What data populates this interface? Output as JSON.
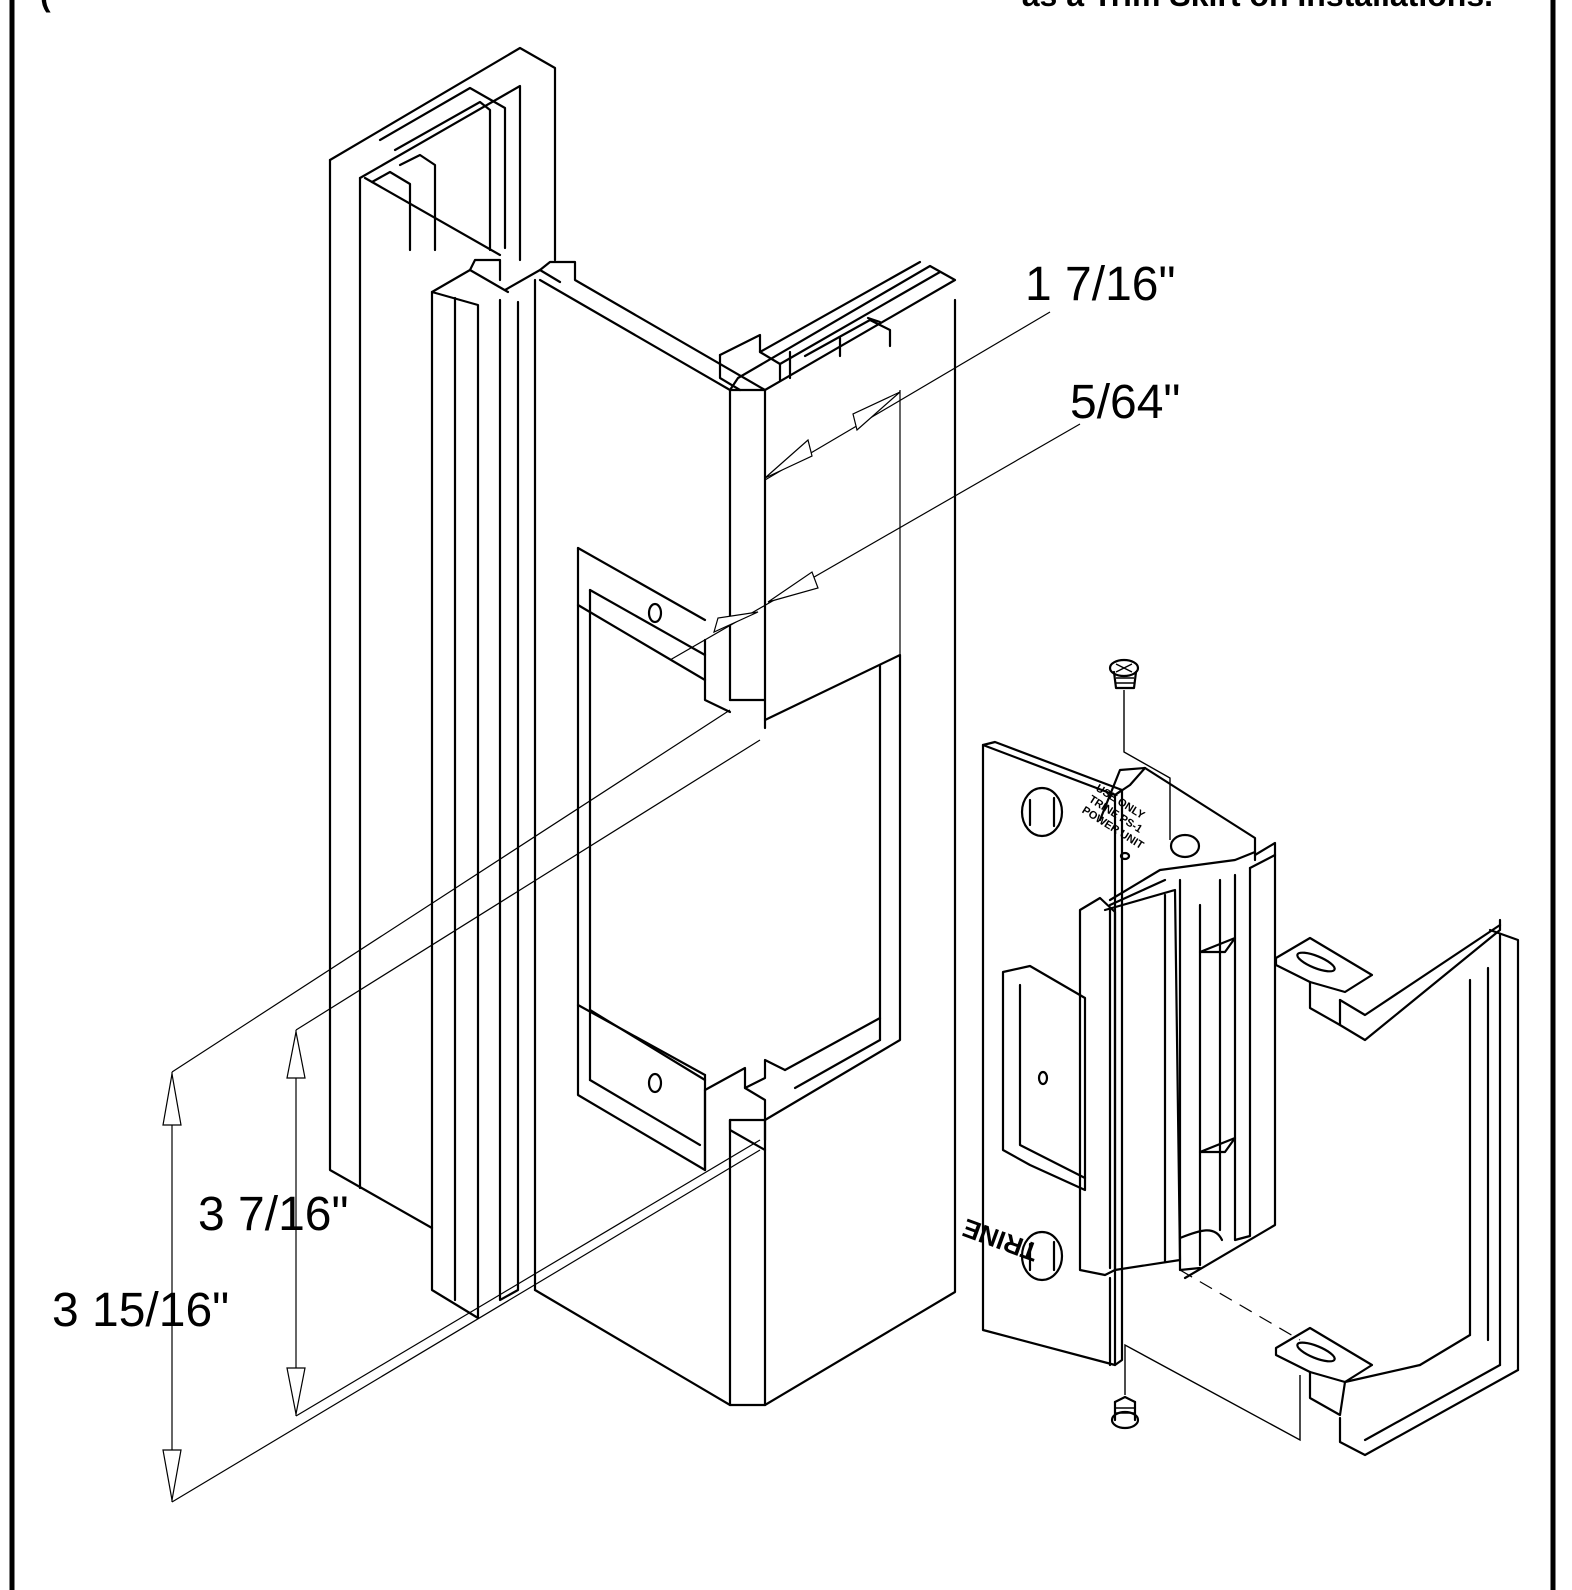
{
  "header": {
    "left_fragment": "(",
    "right_fragment": "as a Trim Skirt on Installations."
  },
  "dimensions": {
    "width_1": "1 7/16\"",
    "offset": "5/64\"",
    "cutout_height": "3 7/16\"",
    "overall_height": "3 15/16\""
  },
  "strike": {
    "brand": "TRINE",
    "warning_lines": [
      "USE ONLY",
      "TRINE PS-1",
      "POWER UNIT"
    ]
  }
}
